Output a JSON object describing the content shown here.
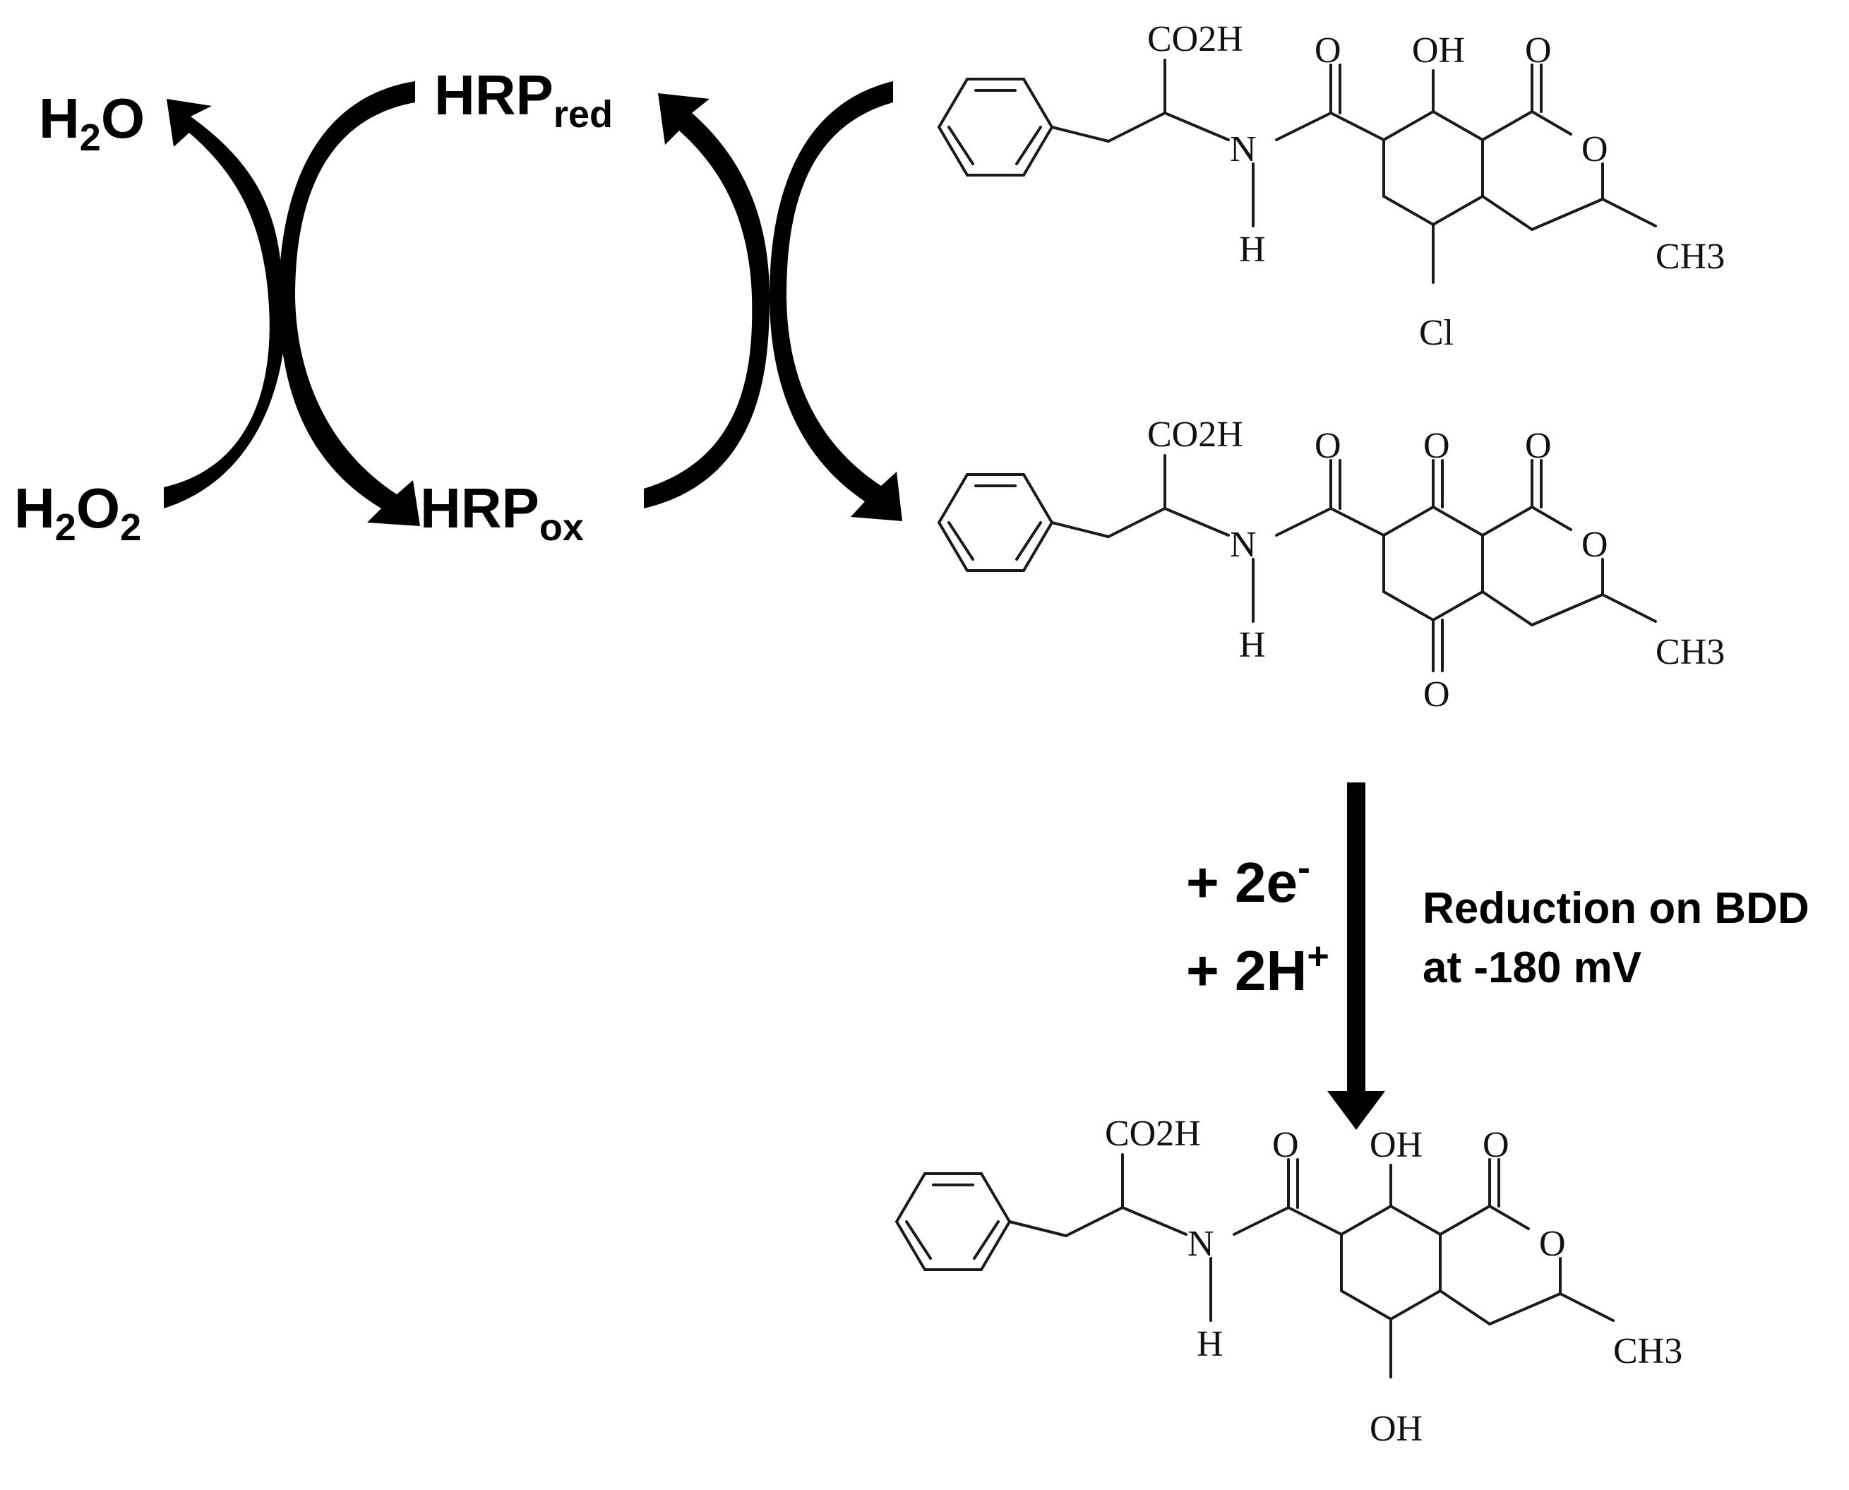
{
  "cycle": {
    "h2o": {
      "base": "H",
      "sub": "2",
      "tail": "O"
    },
    "h2o2": {
      "base": "H",
      "sub1": "2",
      "mid": "O",
      "sub2": "2"
    },
    "hrp_red": {
      "base": "HRP",
      "sub": "red"
    },
    "hrp_ox": {
      "base": "HRP",
      "sub": "ox"
    }
  },
  "reaction": {
    "electrons": {
      "text": "+ 2e",
      "sup": "-"
    },
    "protons": {
      "text": "+ 2H",
      "sup": "+"
    },
    "condition_line1": "Reduction on BDD",
    "condition_line2": "at -180 mV"
  },
  "molecule_labels": {
    "co2h": "CO2H",
    "oxygen": "O",
    "hydroxyl": "OH",
    "nitrogen": "N",
    "hydrogen": "H",
    "methyl": "CH3",
    "chlorine": "Cl"
  }
}
